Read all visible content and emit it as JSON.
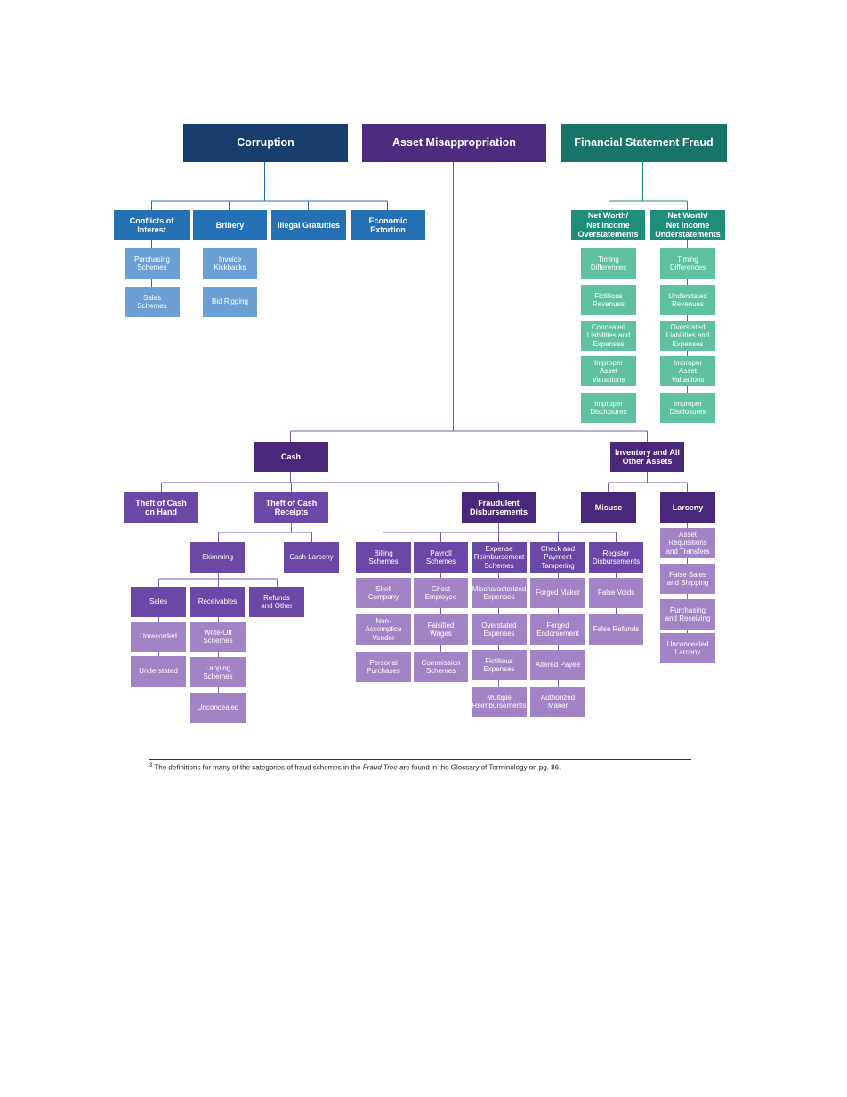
{
  "nodes": {
    "corruption": {
      "label": "Corruption"
    },
    "asset_misappropriation": {
      "label": "Asset Misappropriation"
    },
    "financial_statement_fraud": {
      "label": "Financial Statement Fraud"
    },
    "conflicts_of_interest": {
      "label": "Conflicts of\nInterest"
    },
    "bribery": {
      "label": "Bribery"
    },
    "illegal_gratuities": {
      "label": "Illegal Gratuities"
    },
    "economic_extortion": {
      "label": "Economic\nExtortion"
    },
    "purchasing_schemes": {
      "label": "Purchasing\nSchemes"
    },
    "sales_schemes": {
      "label": "Sales\nSchemes"
    },
    "invoice_kickbacks": {
      "label": "Invoice\nKickbacks"
    },
    "bid_rigging": {
      "label": "Bid Rigging"
    },
    "net_worth_over": {
      "label": "Net Worth/\nNet Income\nOverstatements"
    },
    "net_worth_under": {
      "label": "Net Worth/\nNet Income\nUnderstatements"
    },
    "timing_diff_over": {
      "label": "Timing\nDifferences"
    },
    "fictitious_revenues": {
      "label": "Fictitious\nRevenues"
    },
    "concealed_liabilities": {
      "label": "Concealed\nLiabilities and\nExpenses"
    },
    "improper_asset_val_over": {
      "label": "Improper\nAsset\nValuations"
    },
    "improper_disclosures_over": {
      "label": "Improper\nDisclosures"
    },
    "timing_diff_under": {
      "label": "Timing\nDifferences"
    },
    "understated_revenues": {
      "label": "Understated\nRevenues"
    },
    "overstated_liabilities": {
      "label": "Overstated\nLiabilities and\nExpenses"
    },
    "improper_asset_val_under": {
      "label": "Improper\nAsset\nValuations"
    },
    "improper_disclosures_under": {
      "label": "Improper\nDisclosures"
    },
    "cash": {
      "label": "Cash"
    },
    "inventory": {
      "label": "Inventory and All\nOther Assets"
    },
    "theft_on_hand": {
      "label": "Theft of Cash\non Hand"
    },
    "theft_receipts": {
      "label": "Theft of Cash\nReceipts"
    },
    "fraudulent_disbursements": {
      "label": "Fraudulent\nDisbursements"
    },
    "misuse": {
      "label": "Misuse"
    },
    "larceny": {
      "label": "Larceny"
    },
    "skimming": {
      "label": "Skimming"
    },
    "cash_larceny": {
      "label": "Cash Larceny"
    },
    "sales": {
      "label": "Sales"
    },
    "receivables": {
      "label": "Receivables"
    },
    "refunds_other": {
      "label": "Refunds\nand Other"
    },
    "unrecorded": {
      "label": "Unrecorded"
    },
    "understated": {
      "label": "Understated"
    },
    "write_off": {
      "label": "Write-Off\nSchemes"
    },
    "lapping": {
      "label": "Lapping\nSchemes"
    },
    "unconcealed": {
      "label": "Unconcealed"
    },
    "billing": {
      "label": "Billing\nSchemes"
    },
    "payroll": {
      "label": "Payroll\nSchemes"
    },
    "expense_reimb": {
      "label": "Expense\nReimbursement\nSchemes"
    },
    "check_tampering": {
      "label": "Check and\nPayment\nTampering"
    },
    "register_disb": {
      "label": "Register\nDisbursements"
    },
    "shell_company": {
      "label": "Shell\nCompany"
    },
    "non_accomplice": {
      "label": "Non-\nAccomplice\nVendor"
    },
    "personal_purchases": {
      "label": "Personal\nPurchases"
    },
    "ghost_employee": {
      "label": "Ghost\nEmployee"
    },
    "falsified_wages": {
      "label": "Falsified\nWages"
    },
    "commission_schemes": {
      "label": "Commission\nSchemes"
    },
    "mischaracterized": {
      "label": "Mischaracterized\nExpenses"
    },
    "overstated_expenses": {
      "label": "Overstated\nExpenses"
    },
    "fictitious_expenses": {
      "label": "Fictitious\nExpenses"
    },
    "multiple_reimb": {
      "label": "Multiple\nReimbursements"
    },
    "forged_maker": {
      "label": "Forged Maker"
    },
    "forged_endorsement": {
      "label": "Forged\nEndorsement"
    },
    "altered_payee": {
      "label": "Altered Payee"
    },
    "authorized_maker": {
      "label": "Authorized\nMaker"
    },
    "false_voids": {
      "label": "False Voids"
    },
    "false_refunds": {
      "label": "False Refunds"
    },
    "asset_requisitions": {
      "label": "Asset\nRequisitions\nand Transfers"
    },
    "false_sales_shipping": {
      "label": "False Sales\nand Shipping"
    },
    "purchasing_receiving": {
      "label": "Purchasing\nand Receiving"
    },
    "unconcealed_larceny": {
      "label": "Unconcealed\nLarceny"
    }
  },
  "colors": {
    "corruption": "#173e6d",
    "asset_misappropriation": "#4d2b80",
    "financial_statement_fraud": "#177466"
  },
  "footnote": {
    "marker": "3",
    "before": " The definitions for many of the categories of fraud schemes in the ",
    "italic": "Fraud Tree",
    "after": " are found in the Glossary of Terminology on pg. 86."
  }
}
